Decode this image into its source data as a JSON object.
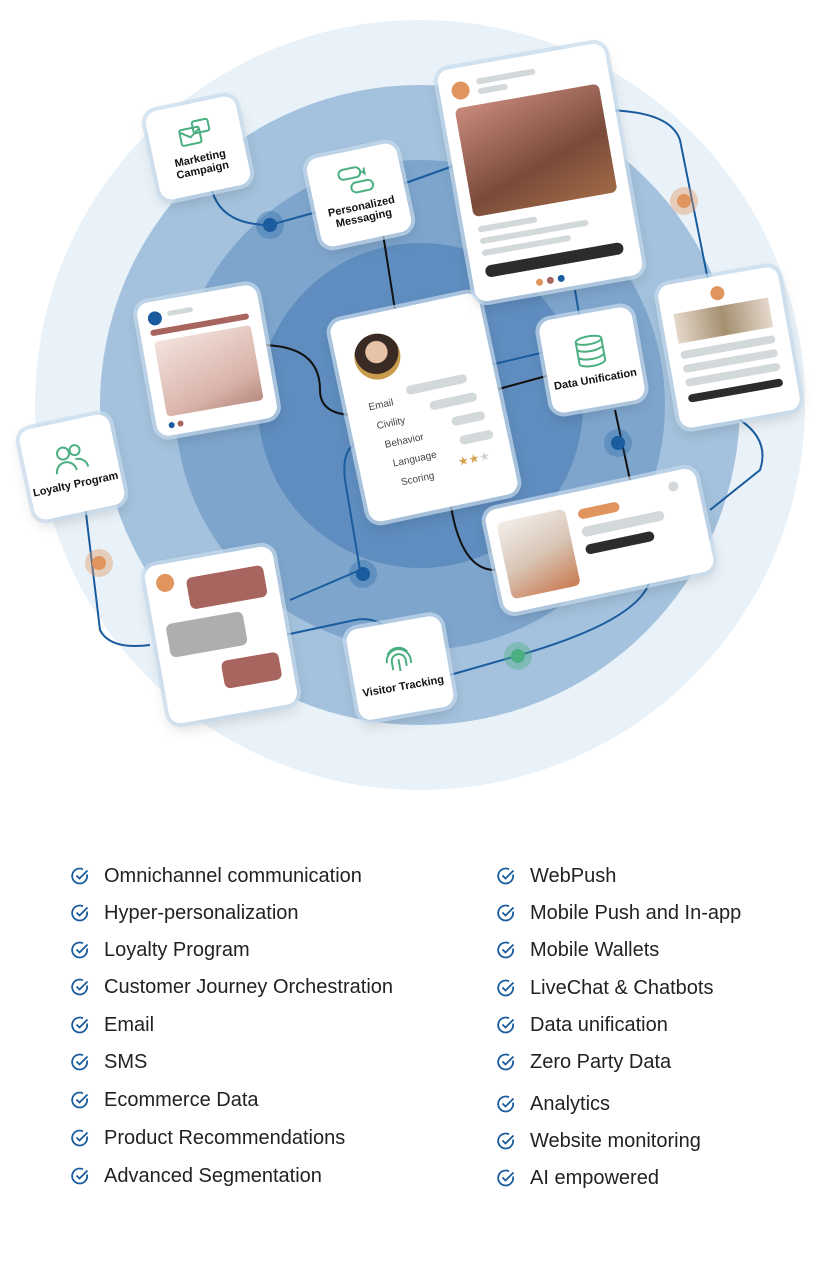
{
  "diagram": {
    "nodes": {
      "marketing": "Marketing Campaign",
      "messaging": "Personalized Messaging",
      "data_unification": "Data Unification",
      "loyalty": "Loyalty Program",
      "visitor": "Visitor Tracking"
    },
    "profile": {
      "fields": [
        "Email",
        "Civility",
        "Behavior",
        "Language",
        "Scoring"
      ],
      "scoring_stars": 2,
      "scoring_max": 3
    },
    "colors": {
      "accent": "#1a5c9e",
      "orange": "#e0955f",
      "green": "#4caf82",
      "rose": "#a8655f"
    }
  },
  "features": {
    "left": [
      "Omnichannel communication",
      "Hyper-personalization",
      "Loyalty Program",
      "Customer Journey Orchestration",
      "Email",
      "SMS",
      "Ecommerce Data",
      "Product Recommendations",
      "Advanced Segmentation"
    ],
    "right": [
      "WebPush",
      "Mobile Push and In-app",
      "Mobile Wallets",
      "LiveChat & Chatbots",
      "Data unification",
      "Zero Party Data",
      "Analytics",
      "Website monitoring",
      "AI empowered"
    ]
  }
}
